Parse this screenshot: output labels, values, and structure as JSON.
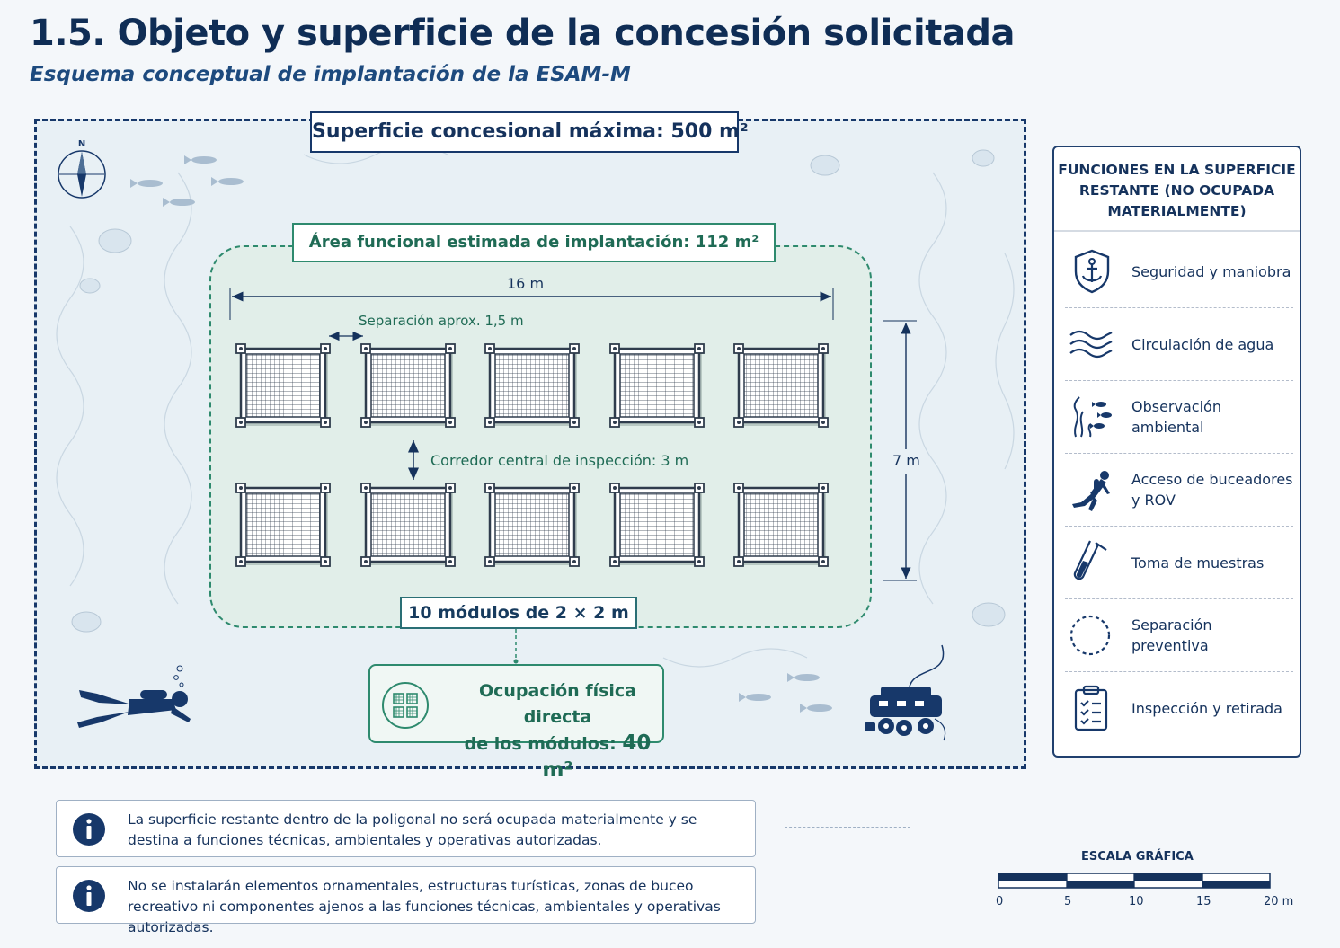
{
  "header": {
    "title": "1.5. Objeto y superficie de la concesión solicitada",
    "subtitle": "Esquema conceptual de implantación de la ESAM-M"
  },
  "diagram": {
    "max_area_label": "Superficie concesional máxima: 500 m²",
    "functional_area_label": "Área funcional estimada de implantación: 112 m²",
    "width_dimension": "16 m",
    "height_dimension": "7 m",
    "separation_label": "Separación aprox. 1,5 m",
    "corridor_label": "Corredor central de inspección: 3 m",
    "modules_label": "10 módulos de 2 × 2 m",
    "physical_occupation_line1": "Ocupación física directa",
    "physical_occupation_line2_prefix": "de los módulos: ",
    "physical_occupation_value": "40 m²",
    "compass_north": "N",
    "module_count": 10,
    "module_rows": 2,
    "module_cols": 5
  },
  "legend": {
    "title": "FUNCIONES EN LA SUPERFICIE RESTANTE (NO OCUPADA MATERIALMENTE)",
    "items": [
      {
        "label": "Seguridad y maniobra",
        "icon": "anchor-shield-icon"
      },
      {
        "label": "Circulación de agua",
        "icon": "water-flow-icon"
      },
      {
        "label": "Observación ambiental",
        "icon": "seaweed-fish-icon"
      },
      {
        "label": "Acceso de buceadores y ROV",
        "icon": "diver-icon"
      },
      {
        "label": "Toma de muestras",
        "icon": "test-tube-icon"
      },
      {
        "label": "Separación preventiva",
        "icon": "dashed-circle-icon"
      },
      {
        "label": "Inspección y retirada",
        "icon": "clipboard-icon"
      }
    ]
  },
  "notes": [
    "La superficie restante dentro de la poligonal no será ocupada materialmente y se destina a funciones técnicas, ambientales y operativas autorizadas.",
    "No se instalarán elementos ornamentales, estructuras turísticas, zonas de buceo recreativo ni componentes ajenos a las funciones técnicas, ambientales y operativas autorizadas."
  ],
  "scale": {
    "title": "ESCALA GRÁFICA",
    "ticks": [
      "0",
      "5",
      "10",
      "15",
      "20 m"
    ]
  },
  "colors": {
    "navy": "#17386a",
    "green": "#2e8a6e",
    "water": "#e8f0f5",
    "functional_fill": "#e1eee9"
  }
}
